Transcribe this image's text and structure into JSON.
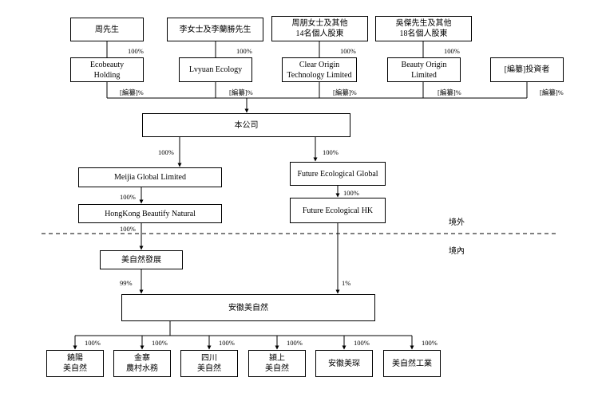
{
  "shareholders": [
    {
      "id": "zhou",
      "label": "周先生"
    },
    {
      "id": "li",
      "label": "李女士及李蘭勝先生"
    },
    {
      "id": "zhoupeng",
      "label": "周朋女士及其他\n14名個人股東"
    },
    {
      "id": "wujie",
      "label": "吳傑先生及其他\n18名個人股東"
    }
  ],
  "holdings": [
    {
      "id": "ecobeauty",
      "label": "Ecobeauty\nHolding"
    },
    {
      "id": "lvyuan",
      "label": "Lvyuan Ecology"
    },
    {
      "id": "clearorigin",
      "label": "Clear Origin\nTechnology Limited"
    },
    {
      "id": "beautyorigin",
      "label": "Beauty Origin\nLimited"
    },
    {
      "id": "investors",
      "label": "[編纂]投資者"
    }
  ],
  "holding_pct": [
    "100%",
    "100%",
    "100%",
    "100%"
  ],
  "company_pct": [
    "[編纂]%",
    "[編纂]%",
    "[編纂]%",
    "[編纂]%",
    "[編纂]%"
  ],
  "company": "本公司",
  "meijia": "Meijia Global Limited",
  "future_global": "Future Ecological Global",
  "hk_beautify": "HongKong Beautify Natural",
  "future_hk": "Future Ecological HK",
  "meiziran_dev": "美自然發展",
  "anhui": "安徽美自然",
  "pct": {
    "company_meijia": "100%",
    "company_future": "100%",
    "meijia_hk": "100%",
    "future_global_hk": "100%",
    "hk_dev": "100%",
    "dev_anhui": "99%",
    "futurehk_anhui": "1%"
  },
  "regions": {
    "offshore": "境外",
    "onshore": "境內"
  },
  "subsidiaries": [
    {
      "label": "饒陽\n美自然",
      "pct": "100%"
    },
    {
      "label": "金寨\n農村水務",
      "pct": "100%"
    },
    {
      "label": "四川\n美自然",
      "pct": "100%"
    },
    {
      "label": "潁上\n美自然",
      "pct": "100%"
    },
    {
      "label": "安徽美琛",
      "pct": "100%"
    },
    {
      "label": "美自然工業",
      "pct": "100%"
    }
  ]
}
